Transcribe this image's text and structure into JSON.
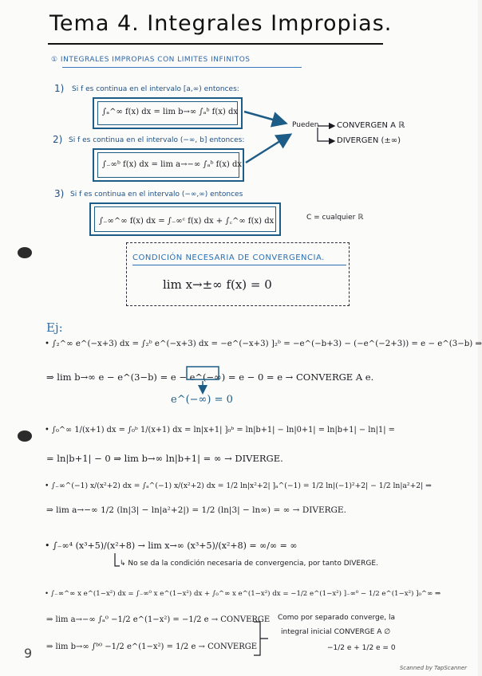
{
  "title": "Tema 4. Integrales Impropias.",
  "section1": {
    "label": "① INTEGRALES IMPROPIAS CON LIMITES INFINITOS",
    "case1": {
      "num": "1)",
      "text": "Si f es continua en el intervalo [a,∞) entonces:",
      "formula": "∫ₐ^∞ f(x) dx = lim b→∞ ∫ₐᵇ f(x) dx"
    },
    "case2": {
      "num": "2)",
      "text": "Si f es continua en el intervalo (−∞, b] entonces:",
      "formula": "∫₋∞ᵇ f(x) dx = lim a→−∞ ∫ₐᵇ f(x) dx"
    },
    "case3": {
      "num": "3)",
      "text": "Si f es continua en el intervalo (−∞,∞) entonces",
      "formula": "∫₋∞^∞ f(x) dx = ∫₋∞ᶜ f(x) dx + ∫꜀^∞ f(x) dx",
      "note": "C = cualquier ℝ"
    },
    "outcomes": {
      "pueden": "Pueden",
      "converge": "CONVERGEN A ℝ",
      "diverge": "DIVERGEN (±∞)"
    }
  },
  "condition": {
    "title": "CONDICIÓN NECESARIA DE CONVERGENCIA.",
    "formula": "lim x→±∞ f(x) = 0"
  },
  "examples": {
    "label": "Ej:",
    "lines": [
      "• ∫₂^∞ e^(−x+3) dx = ∫₂ᵇ e^(−x+3) dx = −e^(−x+3) ]₂ᵇ = −e^(−b+3) − (−e^(−2+3)) = e − e^(3−b) ⇒",
      "⇒ lim b→∞ e − e^(3−b) = e − e^(−∞) = e − 0 = e → CONVERGE A e.",
      "e^(−∞) = 0",
      "• ∫₀^∞ 1/(x+1) dx = ∫₀ᵇ 1/(x+1) dx = ln|x+1| ]₀ᵇ = ln|b+1| − ln|0+1| = ln|b+1| − ln|1| =",
      "= ln|b+1| − 0 ⇒ lim b→∞ ln|b+1| = ∞ → DIVERGE.",
      "• ∫₋∞^(−1) x/(x²+2) dx = ∫ₐ^(−1) x/(x²+2) dx = 1/2 ln|x²+2| ]ₐ^(−1) = 1/2 ln|(−1)²+2| − 1/2 ln|a²+2| ⇒",
      "⇒ lim a→−∞ 1/2 (ln|3| − ln|a²+2|) = 1/2 (ln|3| − ln∞) = ∞ → DIVERGE.",
      "• ∫₋∞⁴ (x³+5)/(x²+8) → lim x→∞ (x³+5)/(x²+8) = ∞/∞ = ∞",
      "↳ No se da la condición necesaria de convergencia, por tanto DIVERGE.",
      "• ∫₋∞^∞ x e^(1−x²) dx = ∫₋∞⁰ x e^(1−x²) dx + ∫₀^∞ x e^(1−x²) dx = −1/2 e^(1−x²) ]₋∞⁰ − 1/2 e^(1−x²) ]₀^∞ ⇒",
      "⇒ lim a→−∞ ∫ₐ⁰ −1/2 e^(1−x²) = −1/2 e → CONVERGE",
      "⇒ lim b→∞ ∫ᵇ⁰ −1/2 e^(1−x²) = 1/2 e → CONVERGE"
    ],
    "conclusion": [
      "Como por separado converge, la",
      "integral inicial CONVERGE A ∅",
      "−1/2 e + 1/2 e = 0"
    ]
  },
  "page_number": "9",
  "footer": "Scanned by TapScanner"
}
